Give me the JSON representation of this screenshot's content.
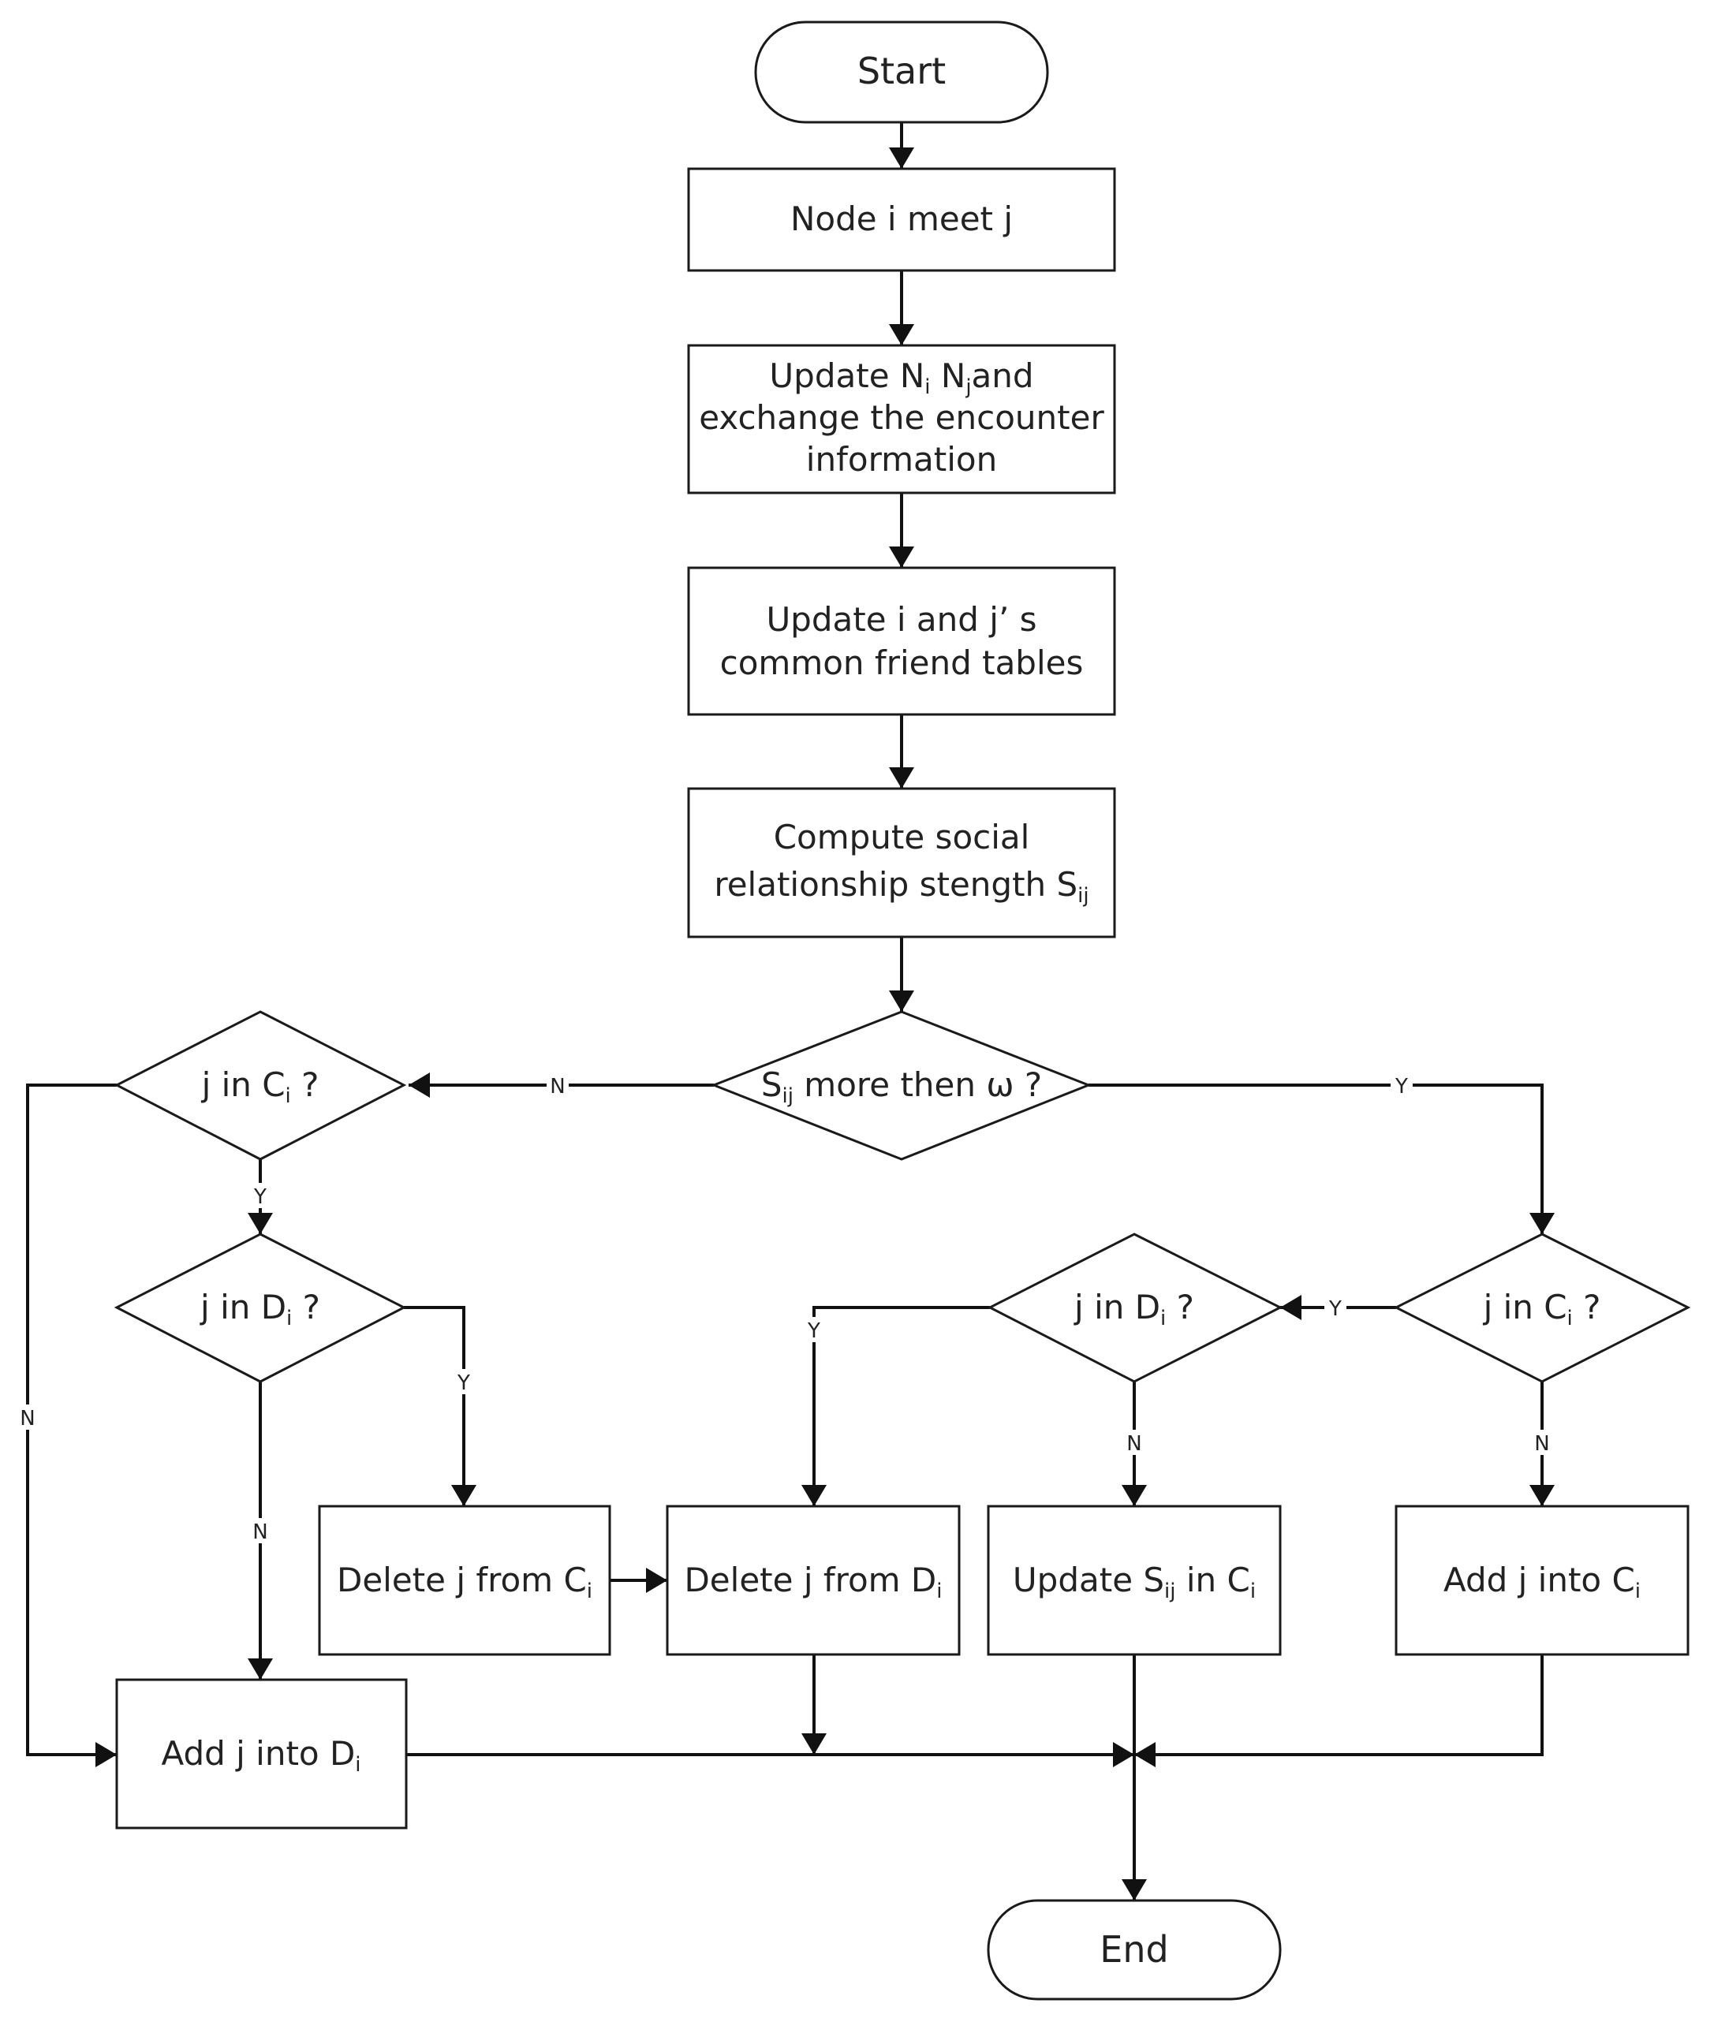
{
  "nodes": {
    "start": {
      "text": "Start"
    },
    "meet": {
      "text": "Node i meet j"
    },
    "update_n": {
      "l1_a": "Update N",
      "l1_sub_a": "i",
      "l1_b": " N",
      "l1_sub_b": "j",
      "l1_c": "and",
      "l2": "exchange the encounter",
      "l3": "information"
    },
    "update_tables": {
      "l1": "Update i and j’ s",
      "l2": "common friend tables"
    },
    "compute": {
      "l1": "Compute  social",
      "l2_a": "relationship stength S",
      "l2_sub": "ij"
    },
    "threshold": {
      "a": "S",
      "sub": "ij",
      "b": " more then  ω ?"
    },
    "left_in_c": {
      "a": "j  in C",
      "sub": "i",
      "b": " ?"
    },
    "left_in_d": {
      "a": "j  in D",
      "sub": "i",
      "b": " ?"
    },
    "right_in_c": {
      "a": "j  in C",
      "sub": "i",
      "b": "  ?"
    },
    "right_in_d": {
      "a": "j in D",
      "sub": "i",
      "b": " ?"
    },
    "delete_from_c": {
      "a": "Delete j from C",
      "sub": "i"
    },
    "delete_from_d": {
      "a": "Delete j from  D",
      "sub": "i"
    },
    "update_s": {
      "a": "Update S",
      "sub1": "ij",
      "b": " in C",
      "sub2": "i"
    },
    "add_into_c": {
      "a": "Add j into C",
      "sub": "i"
    },
    "add_into_d": {
      "a": "Add j into  D",
      "sub": "i"
    },
    "end": {
      "text": "End"
    }
  },
  "edge_labels": {
    "threshold_no": "N",
    "threshold_yes": "Y",
    "left_c_yes": "Y",
    "left_c_no": "N",
    "left_d_yes": "Y",
    "left_d_no": "N",
    "right_c_yes": "Y",
    "right_c_no": "N",
    "right_d_yes": "Y",
    "right_d_no": "N"
  }
}
